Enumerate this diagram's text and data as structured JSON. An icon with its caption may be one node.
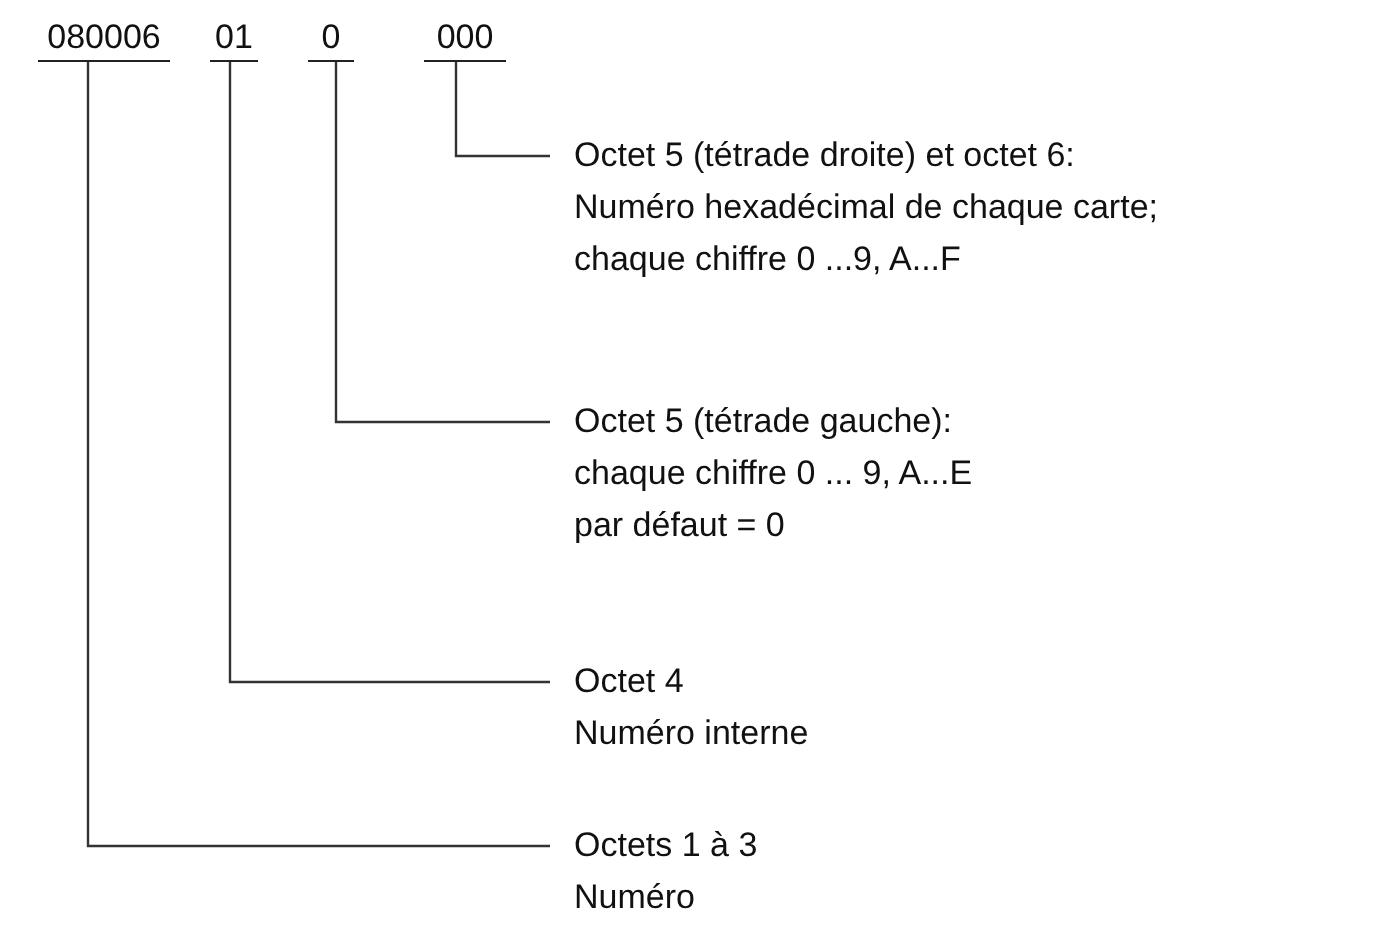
{
  "diagram": {
    "nodes": [
      {
        "text": [
          "080006"
        ]
      },
      {
        "text": [
          "01"
        ]
      },
      {
        "text": [
          "0"
        ]
      },
      {
        "text": [
          "000"
        ]
      },
      {
        "text": [
          "Octet 5 (tétrade droite) et octet 6:",
          "Numéro hexadécimal de chaque carte;",
          "chaque chiffre 0 ...9, A...F"
        ]
      },
      {
        "text": [
          "Octet 5 (tétrade gauche):",
          "chaque chiffre 0 ... 9, A...E",
          "par défaut = 0"
        ]
      },
      {
        "text": [
          "Octet 4",
          "Numéro interne"
        ]
      },
      {
        "text": [
          "Octets 1 à 3",
          "Numéro"
        ]
      }
    ],
    "edges": [
      {
        "from": 4,
        "to": 3,
        "arrow": "none"
      },
      {
        "from": 5,
        "to": 2,
        "arrow": "none"
      },
      {
        "from": 6,
        "to": 1,
        "arrow": "none"
      },
      {
        "from": 7,
        "to": 0,
        "arrow": "none"
      }
    ]
  }
}
